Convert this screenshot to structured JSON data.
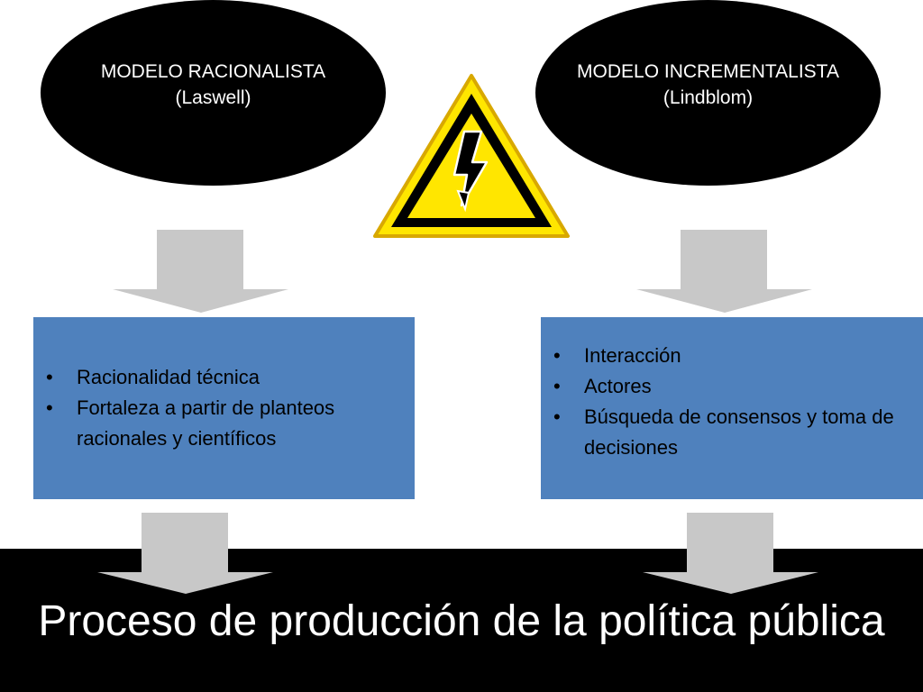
{
  "models": {
    "left": {
      "title": "MODELO RACIONALISTA",
      "author": "(Laswell)",
      "bullets": [
        "Racionalidad técnica",
        "Fortaleza a partir de planteos racionales y  científicos"
      ]
    },
    "right": {
      "title": "MODELO INCREMENTALISTA",
      "author": "(Lindblom)",
      "bullets": [
        "Interacción",
        "Actores",
        "Búsqueda de consensos  y toma de decisiones"
      ]
    }
  },
  "bullet_symbol": "•",
  "bottom_title": "Proceso de producción de la política pública",
  "icons": {
    "center": "high-voltage-warning-icon",
    "arrows": "down-arrow-icon"
  },
  "colors": {
    "ellipse": "#000000",
    "box": "#4f81bd",
    "arrow": "#c8c8c8",
    "warning_fill": "#ffe600",
    "bar": "#000000"
  }
}
